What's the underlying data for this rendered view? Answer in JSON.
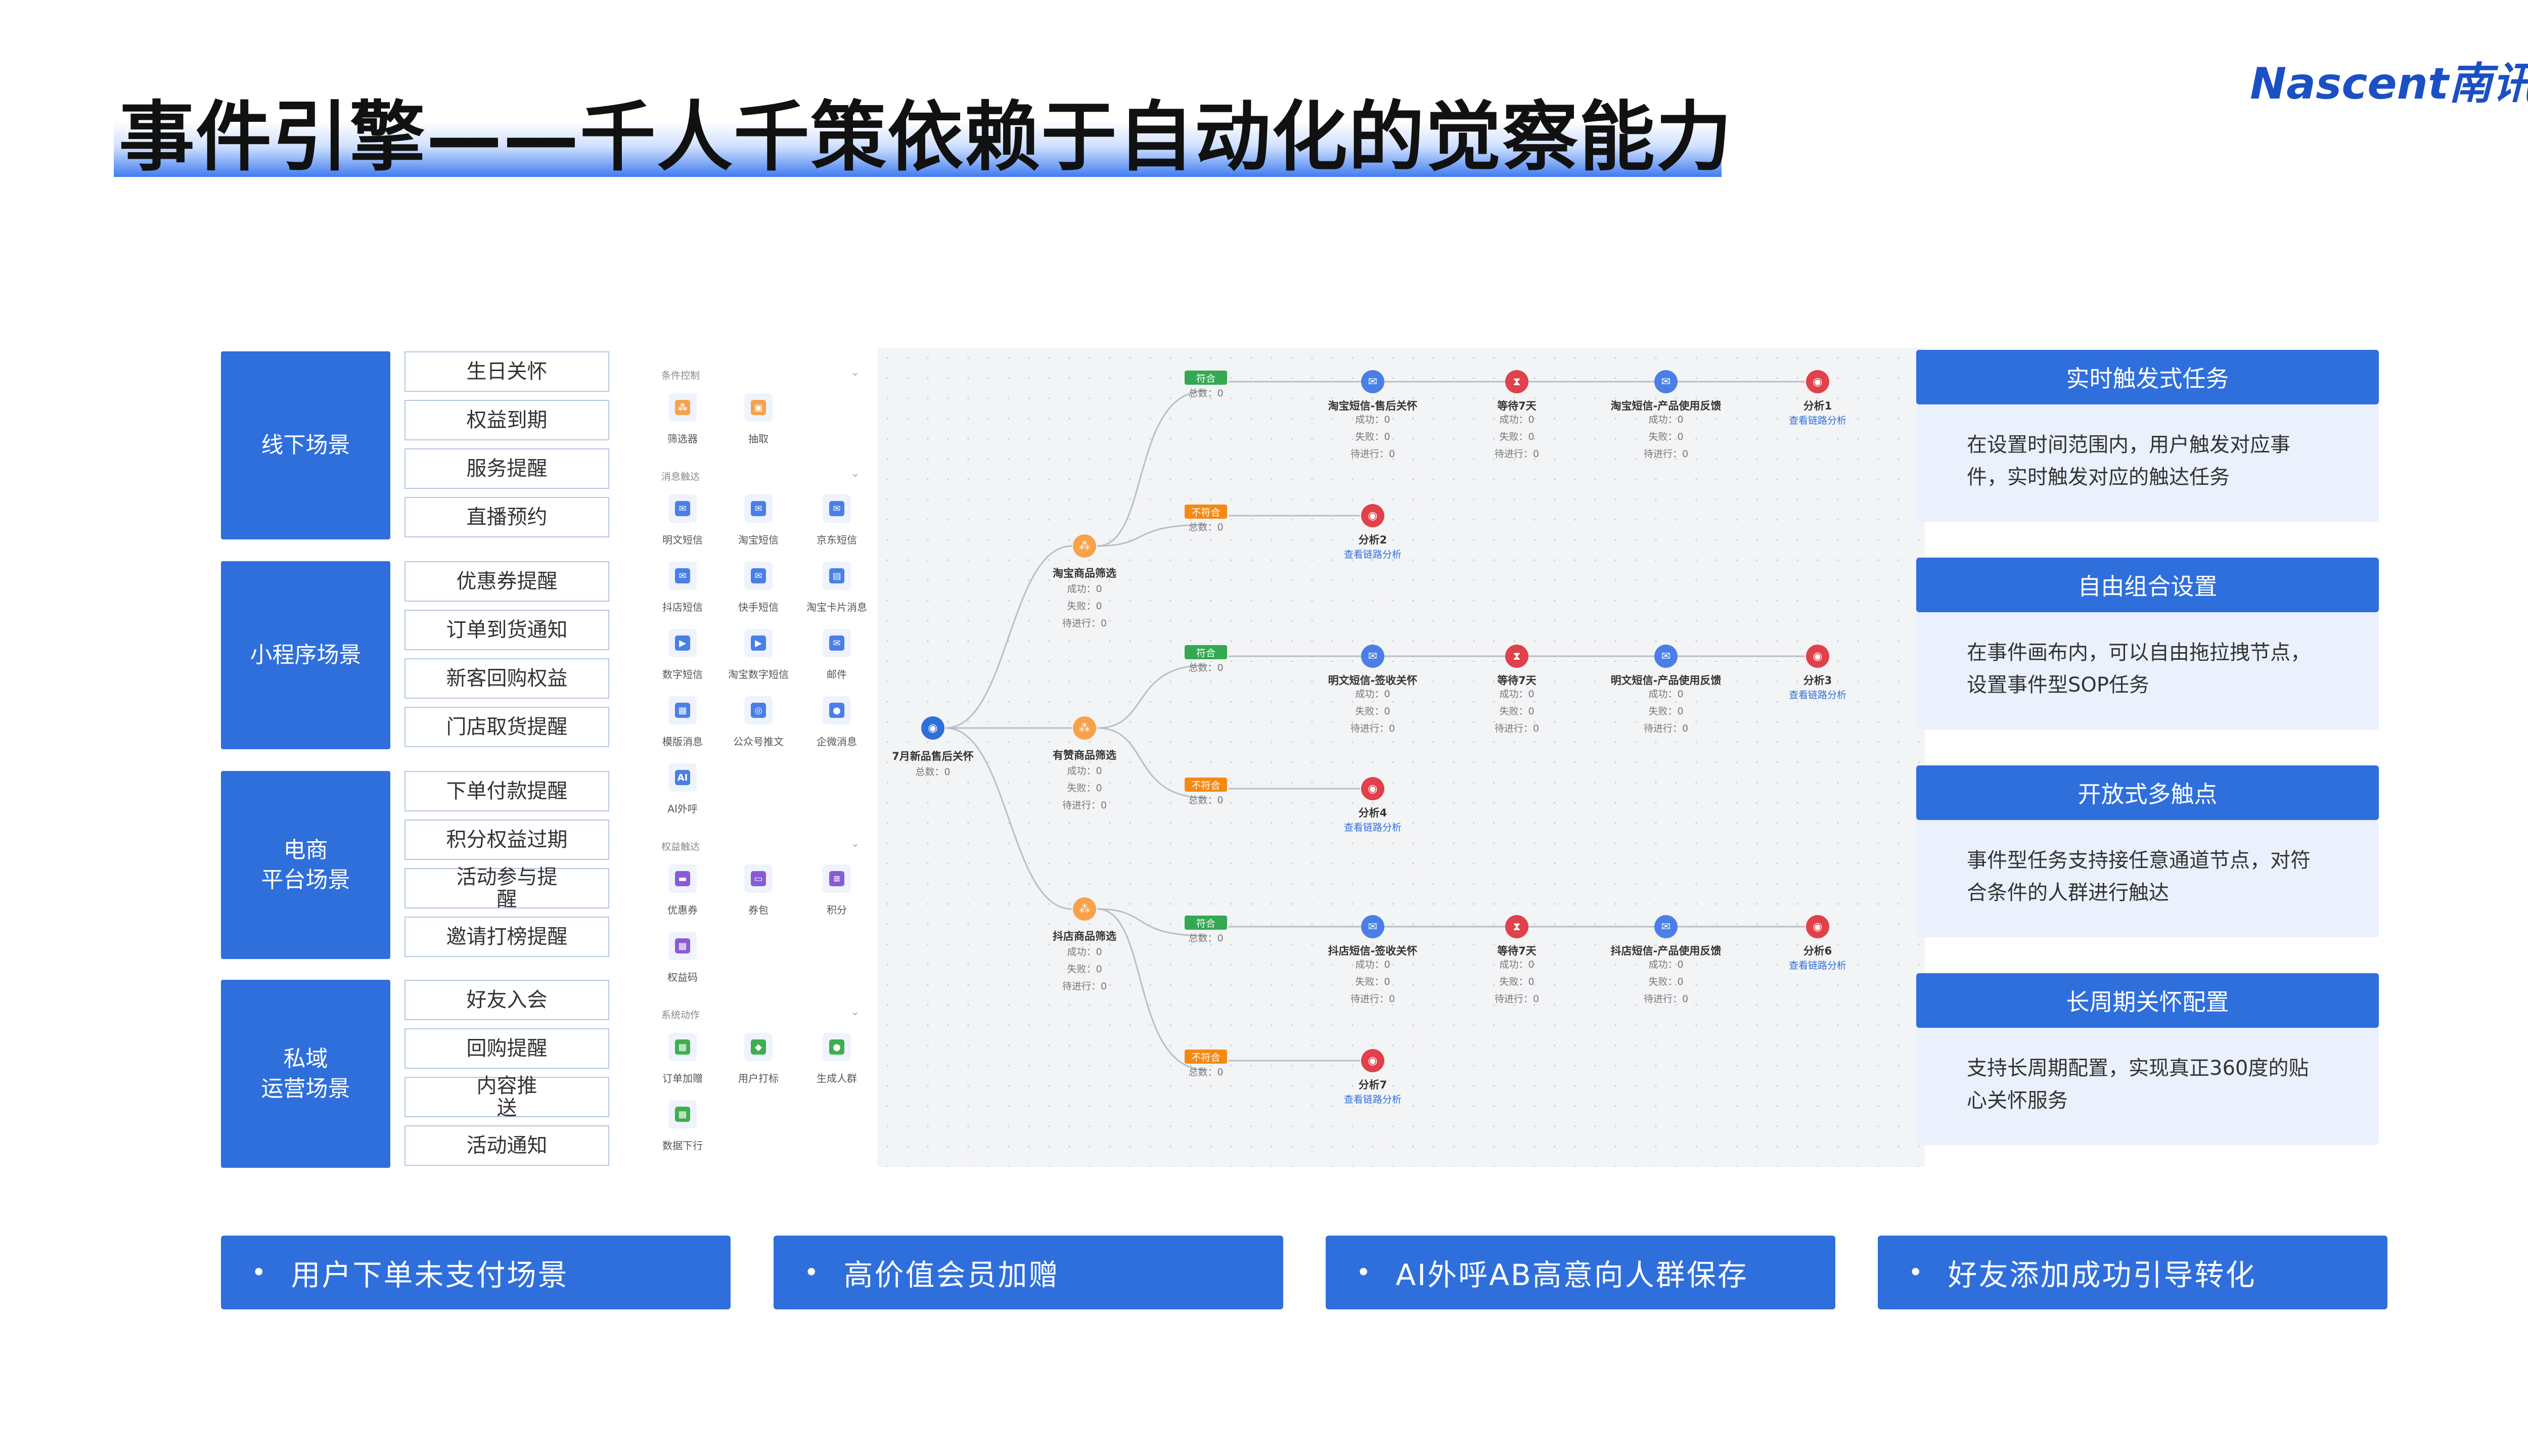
{
  "title": "事件引擎——千人千策依赖于自动化的觉察能力",
  "logo": "Nascent南讯",
  "scenes": [
    {
      "name": "线下场景",
      "items": [
        "生日关怀",
        "权益到期",
        "服务提醒",
        "直播预约"
      ]
    },
    {
      "name": "小程序场景",
      "items": [
        "优惠券提醒",
        "订单到货通知",
        "新客回购权益",
        "门店取货提醒"
      ]
    },
    {
      "name": "电商\n平台场景",
      "items": [
        "下单付款提醒",
        "积分权益过期",
        "活动参与提\n醒",
        "邀请打榜提醒"
      ]
    },
    {
      "name": "私域\n运营场景",
      "items": [
        "好友入会",
        "回购提醒",
        "内容推\n送",
        "活动通知"
      ]
    }
  ],
  "palette": {
    "sections": [
      {
        "title": "条件控制",
        "items": [
          {
            "label": "筛选器",
            "icon": "filter-icon"
          },
          {
            "label": "抽取",
            "icon": "extract-icon"
          }
        ]
      },
      {
        "title": "消息触达",
        "items": [
          {
            "label": "明文短信",
            "icon": "sms-icon"
          },
          {
            "label": "淘宝短信",
            "icon": "sms-icon"
          },
          {
            "label": "京东短信",
            "icon": "sms-icon"
          },
          {
            "label": "抖店短信",
            "icon": "sms-icon"
          },
          {
            "label": "快手短信",
            "icon": "sms-icon"
          },
          {
            "label": "淘宝卡片消息",
            "icon": "card-icon"
          },
          {
            "label": "数字短信",
            "icon": "video-sms-icon"
          },
          {
            "label": "淘宝数字短信",
            "icon": "video-sms-icon"
          },
          {
            "label": "邮件",
            "icon": "mail-icon"
          },
          {
            "label": "模版消息",
            "icon": "template-icon"
          },
          {
            "label": "公众号推文",
            "icon": "wechat-article-icon"
          },
          {
            "label": "企微消息",
            "icon": "chat-icon"
          },
          {
            "label": "AI外呼",
            "icon": "ai-call-icon"
          }
        ]
      },
      {
        "title": "权益触达",
        "items": [
          {
            "label": "优惠券",
            "icon": "coupon-icon"
          },
          {
            "label": "券包",
            "icon": "coupon-pack-icon"
          },
          {
            "label": "积分",
            "icon": "points-icon"
          },
          {
            "label": "权益码",
            "icon": "code-icon"
          }
        ]
      },
      {
        "title": "系统动作",
        "items": [
          {
            "label": "订单加赠",
            "icon": "gift-icon"
          },
          {
            "label": "用户打标",
            "icon": "tag-icon"
          },
          {
            "label": "生成人群",
            "icon": "crowd-icon"
          },
          {
            "label": "数据下行",
            "icon": "data-icon"
          }
        ]
      }
    ]
  },
  "flow": {
    "start": {
      "label": "7月新品售后关怀",
      "stats": [
        "总数：0"
      ]
    },
    "filters": [
      {
        "label": "淘宝商品筛选",
        "stats": [
          "成功：0",
          "失败：0",
          "待进行：0"
        ]
      },
      {
        "label": "有赞商品筛选",
        "stats": [
          "成功：0",
          "失败：0",
          "待进行：0"
        ]
      },
      {
        "label": "抖店商品筛选",
        "stats": [
          "成功：0",
          "失败：0",
          "待进行：0"
        ]
      }
    ],
    "tags": {
      "yes": "符合",
      "no": "不符合",
      "total": "总数：0"
    },
    "branches": [
      {
        "sms1": "淘宝短信-售后关怀",
        "wait": "等待7天",
        "sms2": "淘宝短信-产品使用反馈",
        "analysis": "分析1",
        "no_analysis": "分析2"
      },
      {
        "sms1": "明文短信-签收关怀",
        "wait": "等待7天",
        "sms2": "明文短信-产品使用反馈",
        "analysis": "分析3",
        "no_analysis": "分析4"
      },
      {
        "sms1": "抖店短信-签收关怀",
        "wait": "等待7天",
        "sms2": "抖店短信-产品使用反馈",
        "analysis": "分析6",
        "no_analysis": "分析7"
      }
    ],
    "node_stats": [
      "成功：0",
      "失败：0",
      "待进行：0"
    ],
    "link_text": "查看链路分析"
  },
  "features": [
    {
      "title": "实时触发式任务",
      "desc": "在设置时间范围内，用户触发对应事件，实时触发对应的触达任务"
    },
    {
      "title": "自由组合设置",
      "desc": "在事件画布内，可以自由拖拉拽节点，设置事件型SOP任务"
    },
    {
      "title": "开放式多触点",
      "desc": "事件型任务支持接任意通道节点，对符合条件的人群进行触达"
    },
    {
      "title": "长周期关怀配置",
      "desc": "支持长周期配置，实现真正360度的贴心关怀服务"
    }
  ],
  "bottom_buttons": [
    "用户下单未支付场景",
    "高价值会员加赠",
    "AI外呼AB高意向人群保存",
    "好友添加成功引导转化"
  ],
  "colors": {
    "primary": "#2f6fdc",
    "yes": "#34a853",
    "no": "#f58a12",
    "panel": "#eaf1fc"
  }
}
